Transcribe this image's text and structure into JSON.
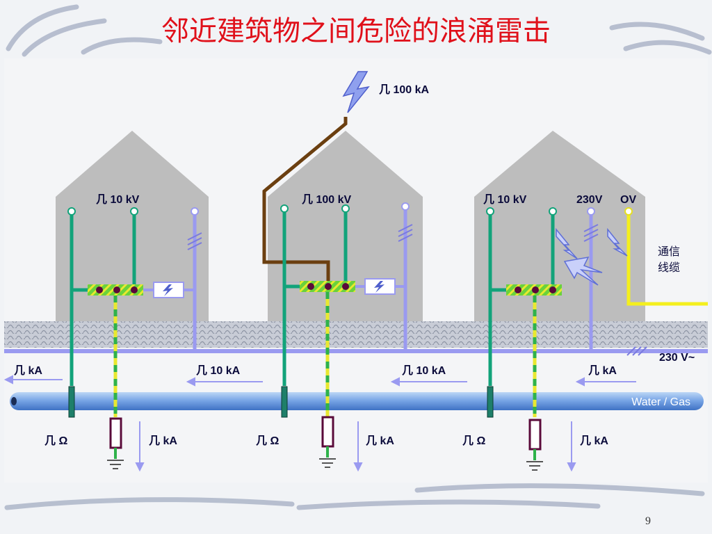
{
  "title": "邻近建筑物之间危险的浪涌雷击",
  "page_number": "9",
  "lightning_current": "几 100 kA",
  "buildings": [
    {
      "voltage_label": "几 10 kV"
    },
    {
      "voltage_label": "几 100 kV"
    },
    {
      "voltage_label": "几 10 kV"
    }
  ],
  "supply_labels": {
    "mains": "230V",
    "comm": "OV"
  },
  "comm_cable_label_line1": "通信",
  "comm_cable_label_line2": "线缆",
  "mains_line_label": "230 V~",
  "current_labels": [
    "几 kA",
    "几 10 kA",
    "几 10 kA",
    "几 kA"
  ],
  "pipe_label": "Water / Gas",
  "earth_resistance_labels": [
    "几 Ω",
    "几 Ω",
    "几 Ω"
  ],
  "earth_current_labels": [
    "几 kA",
    "几 kA",
    "几 kA"
  ],
  "colors": {
    "title": "#e0101a",
    "building": "#bdbdbd",
    "pe_green": "#12a37a",
    "mains_blue": "#9a9af0",
    "lightning_path": "#6b3f10",
    "pipe_blue": "#6f9fe0",
    "comm_yellow": "#f4ef1e"
  }
}
